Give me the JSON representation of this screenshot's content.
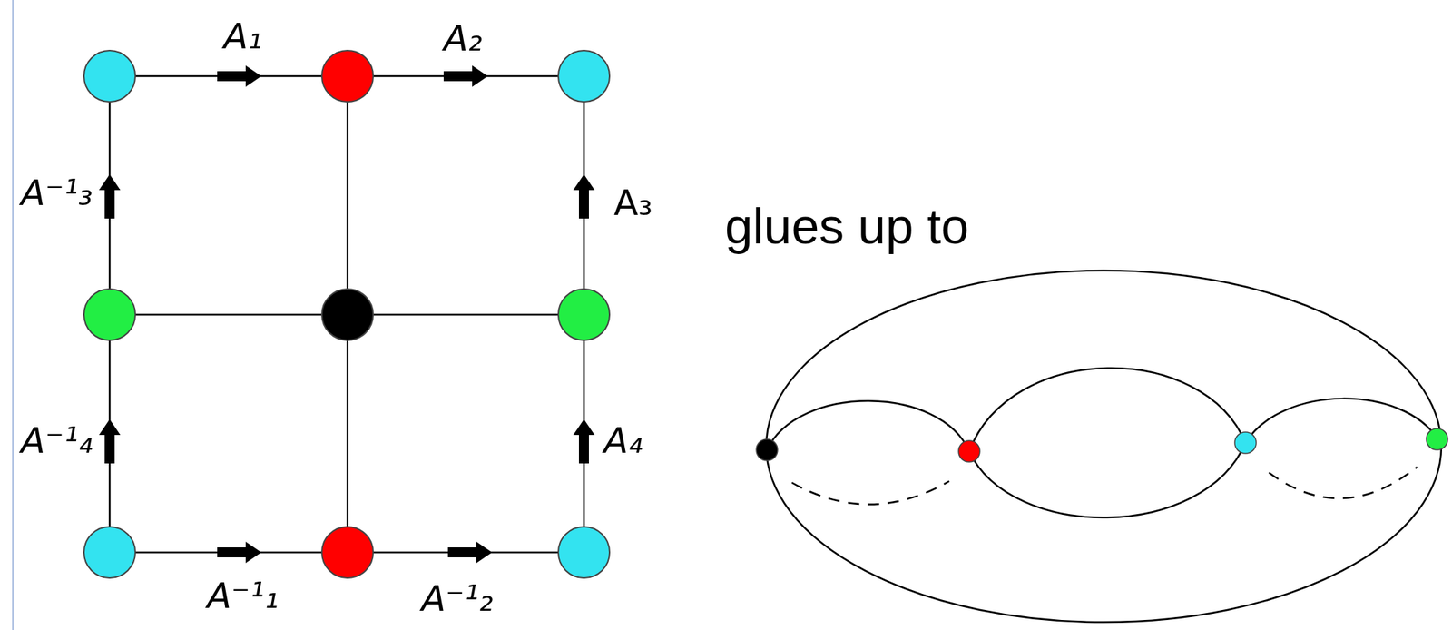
{
  "diagram": {
    "labels": [
      "A₁",
      "A₂",
      "A⁻¹₃",
      "A₃",
      "glues up to",
      "A⁻¹₄",
      "A₄",
      "A⁻¹₁",
      "A⁻¹₂"
    ]
  }
}
